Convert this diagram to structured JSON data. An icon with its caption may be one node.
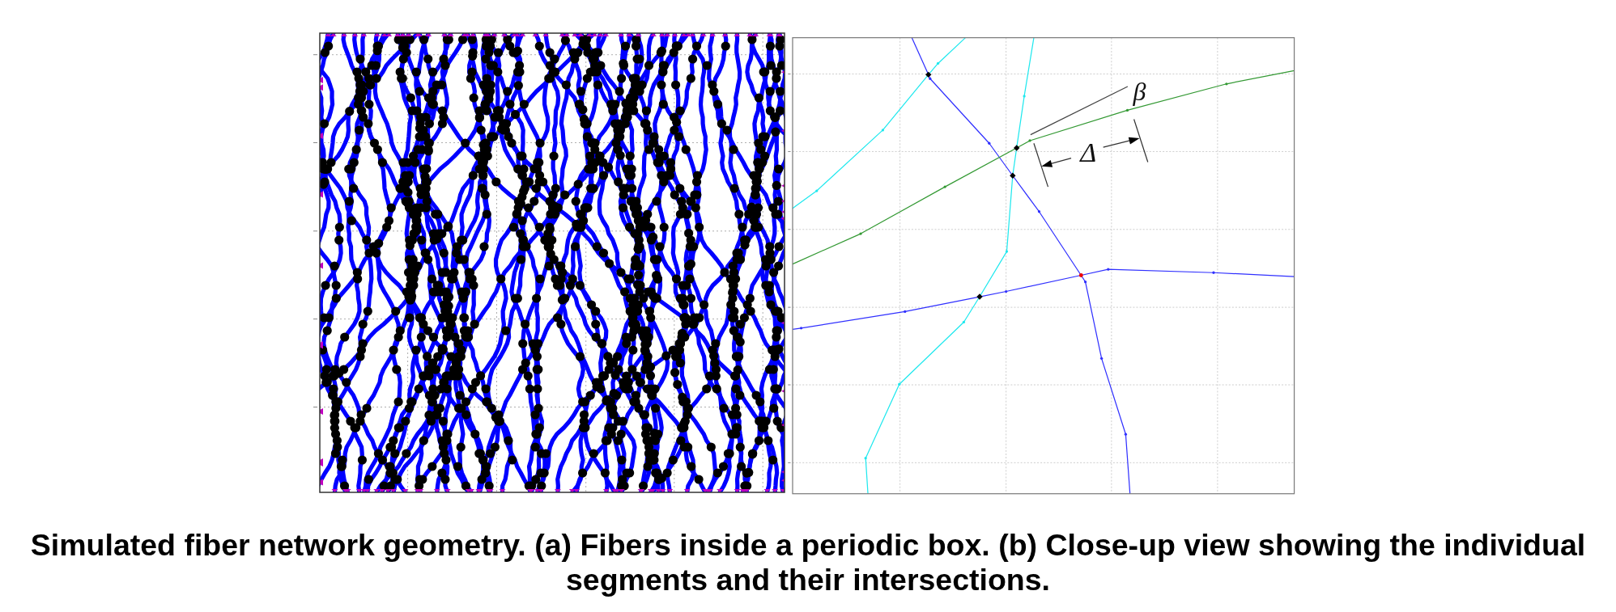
{
  "diagram": {
    "caption": "Simulated fiber network geometry. (a) Fibers inside a periodic box. (b) Close-up view showing the individual segments and their intersections.",
    "labels": [
      "β",
      "Δ"
    ]
  }
}
